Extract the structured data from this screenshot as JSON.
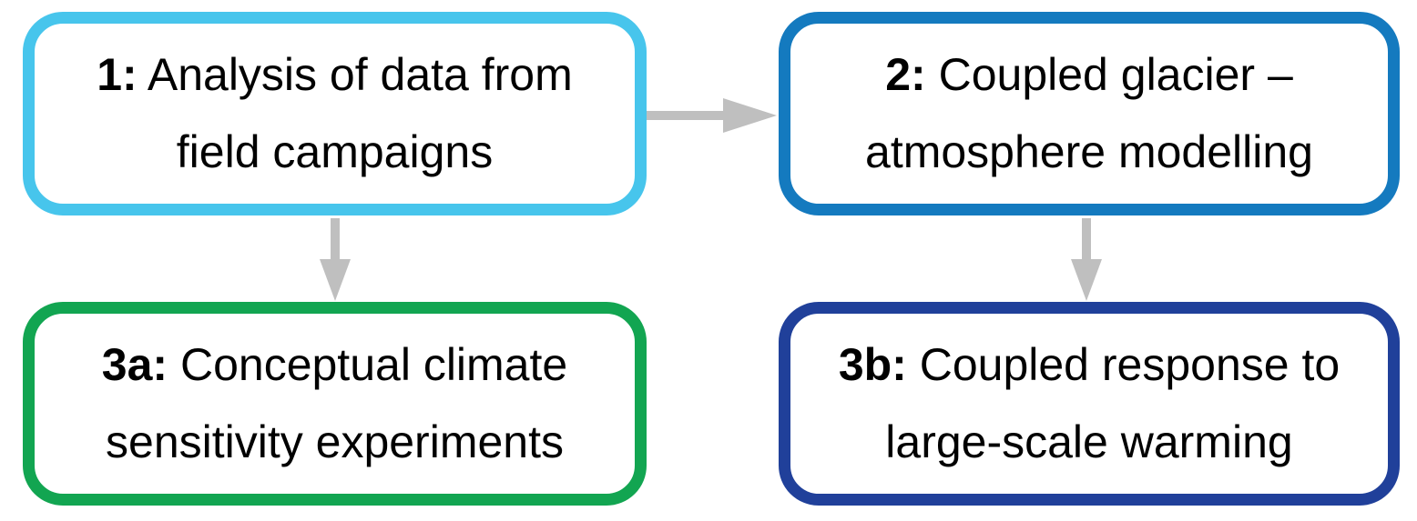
{
  "diagram": {
    "background": "#FFFFFF",
    "text_color": "#000000",
    "arrow_color": "#BFBFBF",
    "boxes": [
      {
        "key": "box-1",
        "prefix": "1:",
        "text": "Analysis of data from field campaigns",
        "border_color": "#47C5EC"
      },
      {
        "key": "box-2",
        "prefix": "2:",
        "text": "Coupled glacier – atmosphere modelling",
        "border_color": "#147ABF"
      },
      {
        "key": "box-3a",
        "prefix": "3a:",
        "text": "Conceptual climate sensitivity experiments",
        "border_color": "#12A551"
      },
      {
        "key": "box-3b",
        "prefix": "3b:",
        "text": "Coupled response to large-scale warming",
        "border_color": "#20409A"
      }
    ],
    "arrows": [
      {
        "key": "arrow-1-to-2",
        "from": "box-1",
        "to": "box-2",
        "direction": "right"
      },
      {
        "key": "arrow-1-to-3a",
        "from": "box-1",
        "to": "box-3a",
        "direction": "down"
      },
      {
        "key": "arrow-2-to-3b",
        "from": "box-2",
        "to": "box-3b",
        "direction": "down"
      }
    ]
  }
}
